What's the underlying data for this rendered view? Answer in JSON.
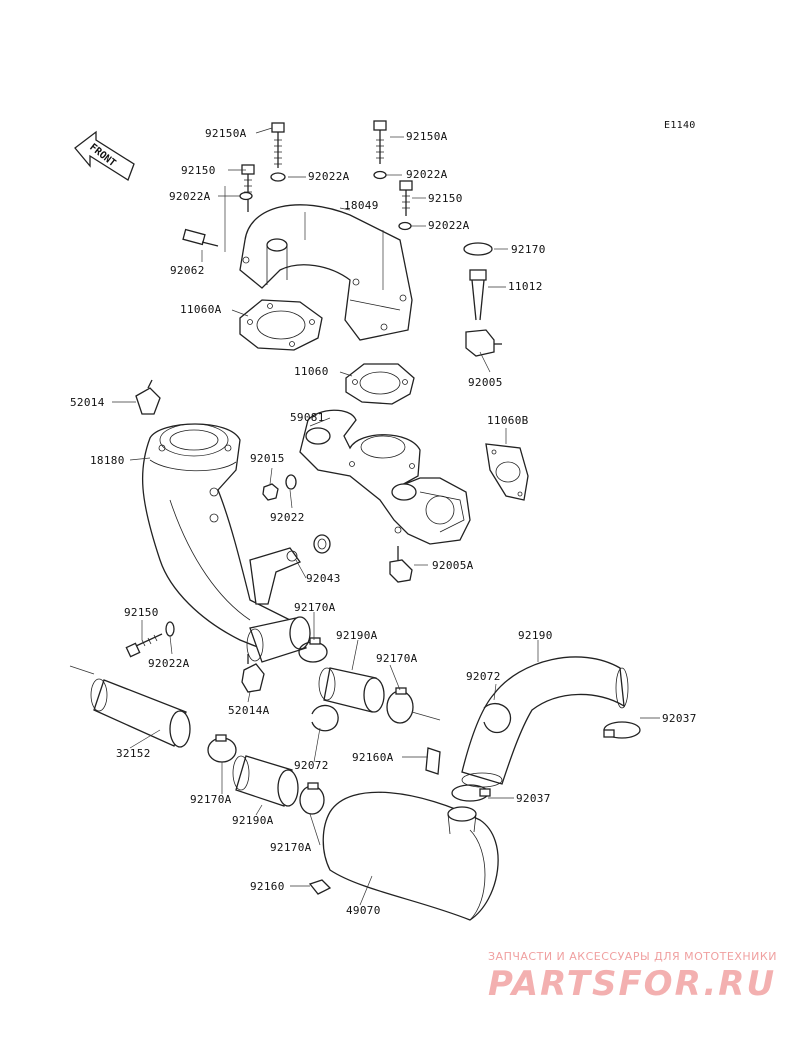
{
  "diagram_code": "E1140",
  "front_label": "FRONT",
  "watermark": {
    "tagline": "ЗАПЧАСТИ И АКСЕССУАРЫ ДЛЯ МОТОТЕХНИКИ",
    "logo": "PARTSFOR.RU"
  },
  "parts": {
    "p92150A_top": "92150A",
    "p92150A_right": "92150A",
    "p92150_left": "92150",
    "p92022A_a": "92022A",
    "p92022A_b": "92022A",
    "p92022A_c": "92022A",
    "p92150_right": "92150",
    "p92022A_d": "92022A",
    "p18049": "18049",
    "p92170": "92170",
    "p92062": "92062",
    "p11012": "11012",
    "p11060A": "11060A",
    "p92005": "92005",
    "p11060": "11060",
    "p52014": "52014",
    "p59081": "59081",
    "p11060B": "11060B",
    "p92015": "92015",
    "p18180": "18180",
    "p92022": "92022",
    "p92005A": "92005A",
    "p92043": "92043",
    "p92170A_a": "92170A",
    "p92150_low": "92150",
    "p92190A_a": "92190A",
    "p92190": "92190",
    "p92022A_low": "92022A",
    "p92170A_b": "92170A",
    "p92072_a": "92072",
    "p52014A": "52014A",
    "p92037_a": "92037",
    "p32152": "32152",
    "p92160A": "92160A",
    "p92072_b": "92072",
    "p92037_b": "92037",
    "p92170A_c": "92170A",
    "p92190A_b": "92190A",
    "p92170A_d": "92170A",
    "p92160": "92160",
    "p49070": "49070"
  }
}
